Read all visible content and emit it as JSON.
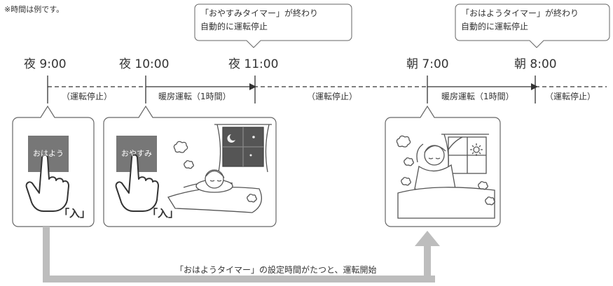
{
  "note": "※時間は例です。",
  "callouts": {
    "oyasumi_line1": "「おやすみタイマー」が終わり",
    "oyasumi_line2": "自動的に運転停止",
    "ohayou_line1": "「おはようタイマー」が終わり",
    "ohayou_line2": "自動的に運転停止"
  },
  "times": {
    "t1": "夜 9:00",
    "t2": "夜 10:00",
    "t3": "夜 11:00",
    "t4": "朝 7:00",
    "t5": "朝 8:00"
  },
  "segments": {
    "s1": "（運転停止）",
    "s2": "暖房運転（1時間）",
    "s3": "（運転停止）",
    "s4": "暖房運転（1時間）",
    "s5": "（運転停止）"
  },
  "buttons": {
    "ohayou": "おはよう",
    "oyasumi": "おやすみ",
    "press_label_1": "「入」",
    "press_label_2": "「入」"
  },
  "bottom_note": "「おはようタイマー」の設定時間がたつと、運転開始",
  "colors": {
    "timeline": "#333333",
    "panel_border": "#666666",
    "button_fill": "#777777",
    "arrow_fill": "#bdbdbd"
  }
}
